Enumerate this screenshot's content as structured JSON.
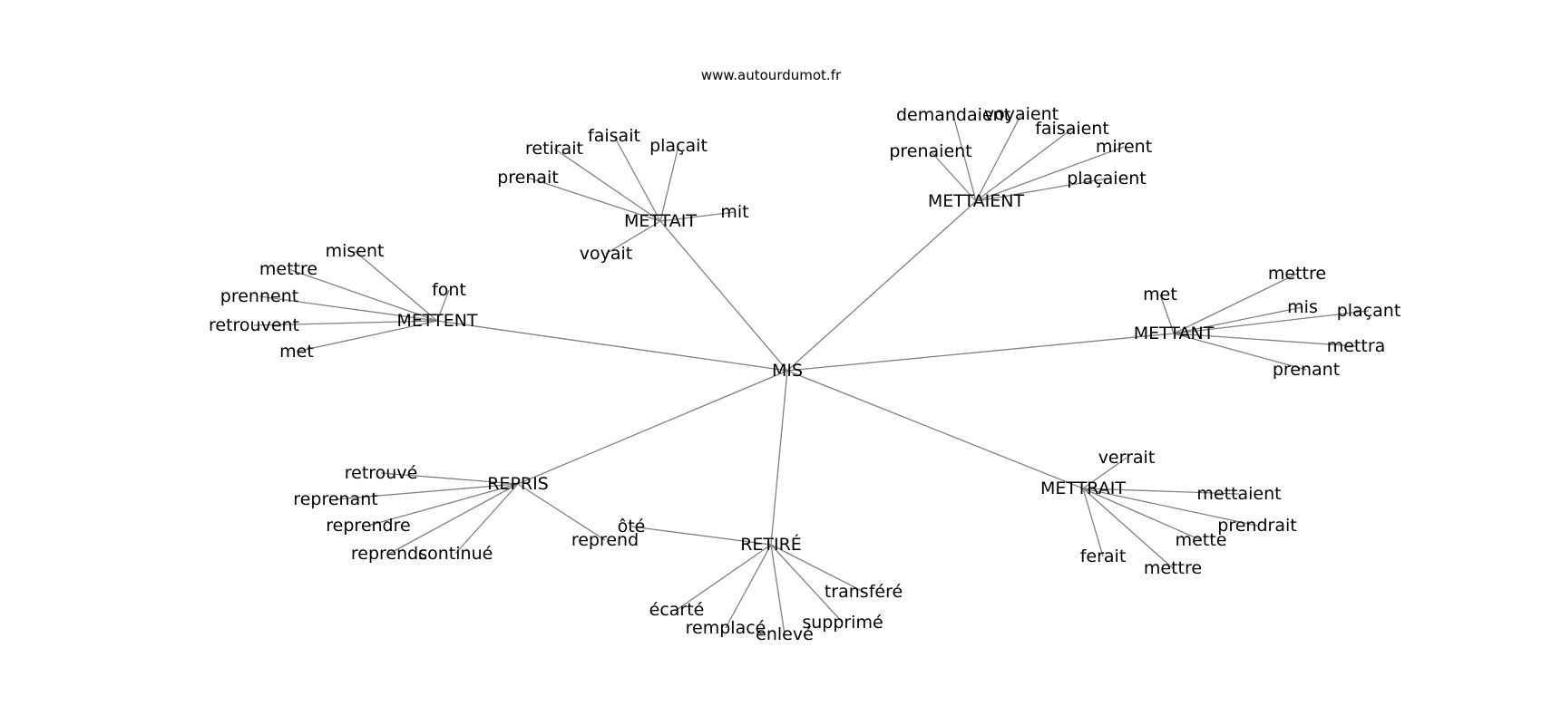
{
  "source": "www.autourdumot.fr",
  "colors": {
    "edge": "#808080",
    "text": "#000000",
    "background": "#ffffff"
  },
  "center": "MIS",
  "clusters": [
    {
      "id": "mettait",
      "label": "METTAIT",
      "leaves": [
        {
          "id": "mettait-faisait",
          "label": "faisait"
        },
        {
          "id": "mettait-retirait",
          "label": "retirait"
        },
        {
          "id": "mettait-placait",
          "label": "plaçait"
        },
        {
          "id": "mettait-prenait",
          "label": "prenait"
        },
        {
          "id": "mettait-mit",
          "label": "mit"
        },
        {
          "id": "mettait-voyait",
          "label": "voyait"
        }
      ]
    },
    {
      "id": "mettaient",
      "label": "METTAIENT",
      "leaves": [
        {
          "id": "mettaient-demandaient",
          "label": "demandaient"
        },
        {
          "id": "mettaient-voyaient",
          "label": "voyaient"
        },
        {
          "id": "mettaient-faisaient",
          "label": "faisaient"
        },
        {
          "id": "mettaient-prenaient",
          "label": "prenaient"
        },
        {
          "id": "mettaient-mirent",
          "label": "mirent"
        },
        {
          "id": "mettaient-placaient",
          "label": "plaçaient"
        }
      ]
    },
    {
      "id": "mettent",
      "label": "METTENT",
      "leaves": [
        {
          "id": "mettent-misent",
          "label": "misent"
        },
        {
          "id": "mettent-mettre",
          "label": "mettre"
        },
        {
          "id": "mettent-font",
          "label": "font"
        },
        {
          "id": "mettent-prennent",
          "label": "prennent"
        },
        {
          "id": "mettent-retrouvent",
          "label": "retrouvent"
        },
        {
          "id": "mettent-met",
          "label": "met"
        }
      ]
    },
    {
      "id": "mettant",
      "label": "METTANT",
      "leaves": [
        {
          "id": "mettant-mettre",
          "label": "mettre"
        },
        {
          "id": "mettant-met",
          "label": "met"
        },
        {
          "id": "mettant-mis",
          "label": "mis"
        },
        {
          "id": "mettant-placant",
          "label": "plaçant"
        },
        {
          "id": "mettant-mettra",
          "label": "mettra"
        },
        {
          "id": "mettant-prenant",
          "label": "prenant"
        }
      ]
    },
    {
      "id": "repris",
      "label": "REPRIS",
      "leaves": [
        {
          "id": "repris-retrouve",
          "label": "retrouvé"
        },
        {
          "id": "repris-reprenant",
          "label": "reprenant"
        },
        {
          "id": "repris-reprendre",
          "label": "reprendre"
        },
        {
          "id": "repris-reprends",
          "label": "reprends"
        },
        {
          "id": "repris-continue",
          "label": "continué"
        },
        {
          "id": "repris-reprend",
          "label": "reprend"
        }
      ]
    },
    {
      "id": "retire",
      "label": "RETIRÉ",
      "leaves": [
        {
          "id": "retire-ote",
          "label": "ôté"
        },
        {
          "id": "retire-transfere",
          "label": "transféré"
        },
        {
          "id": "retire-ecarte",
          "label": "écarté"
        },
        {
          "id": "retire-supprime",
          "label": "supprimé"
        },
        {
          "id": "retire-remplace",
          "label": "remplacé"
        },
        {
          "id": "retire-enleve",
          "label": "enlevé"
        }
      ]
    },
    {
      "id": "mettrait",
      "label": "METTRAIT",
      "leaves": [
        {
          "id": "mettrait-verrait",
          "label": "verrait"
        },
        {
          "id": "mettrait-mettaient",
          "label": "mettaient"
        },
        {
          "id": "mettrait-prendrait",
          "label": "prendrait"
        },
        {
          "id": "mettrait-mette",
          "label": "mette"
        },
        {
          "id": "mettrait-ferait",
          "label": "ferait"
        },
        {
          "id": "mettrait-mettre",
          "label": "mettre"
        }
      ]
    }
  ]
}
